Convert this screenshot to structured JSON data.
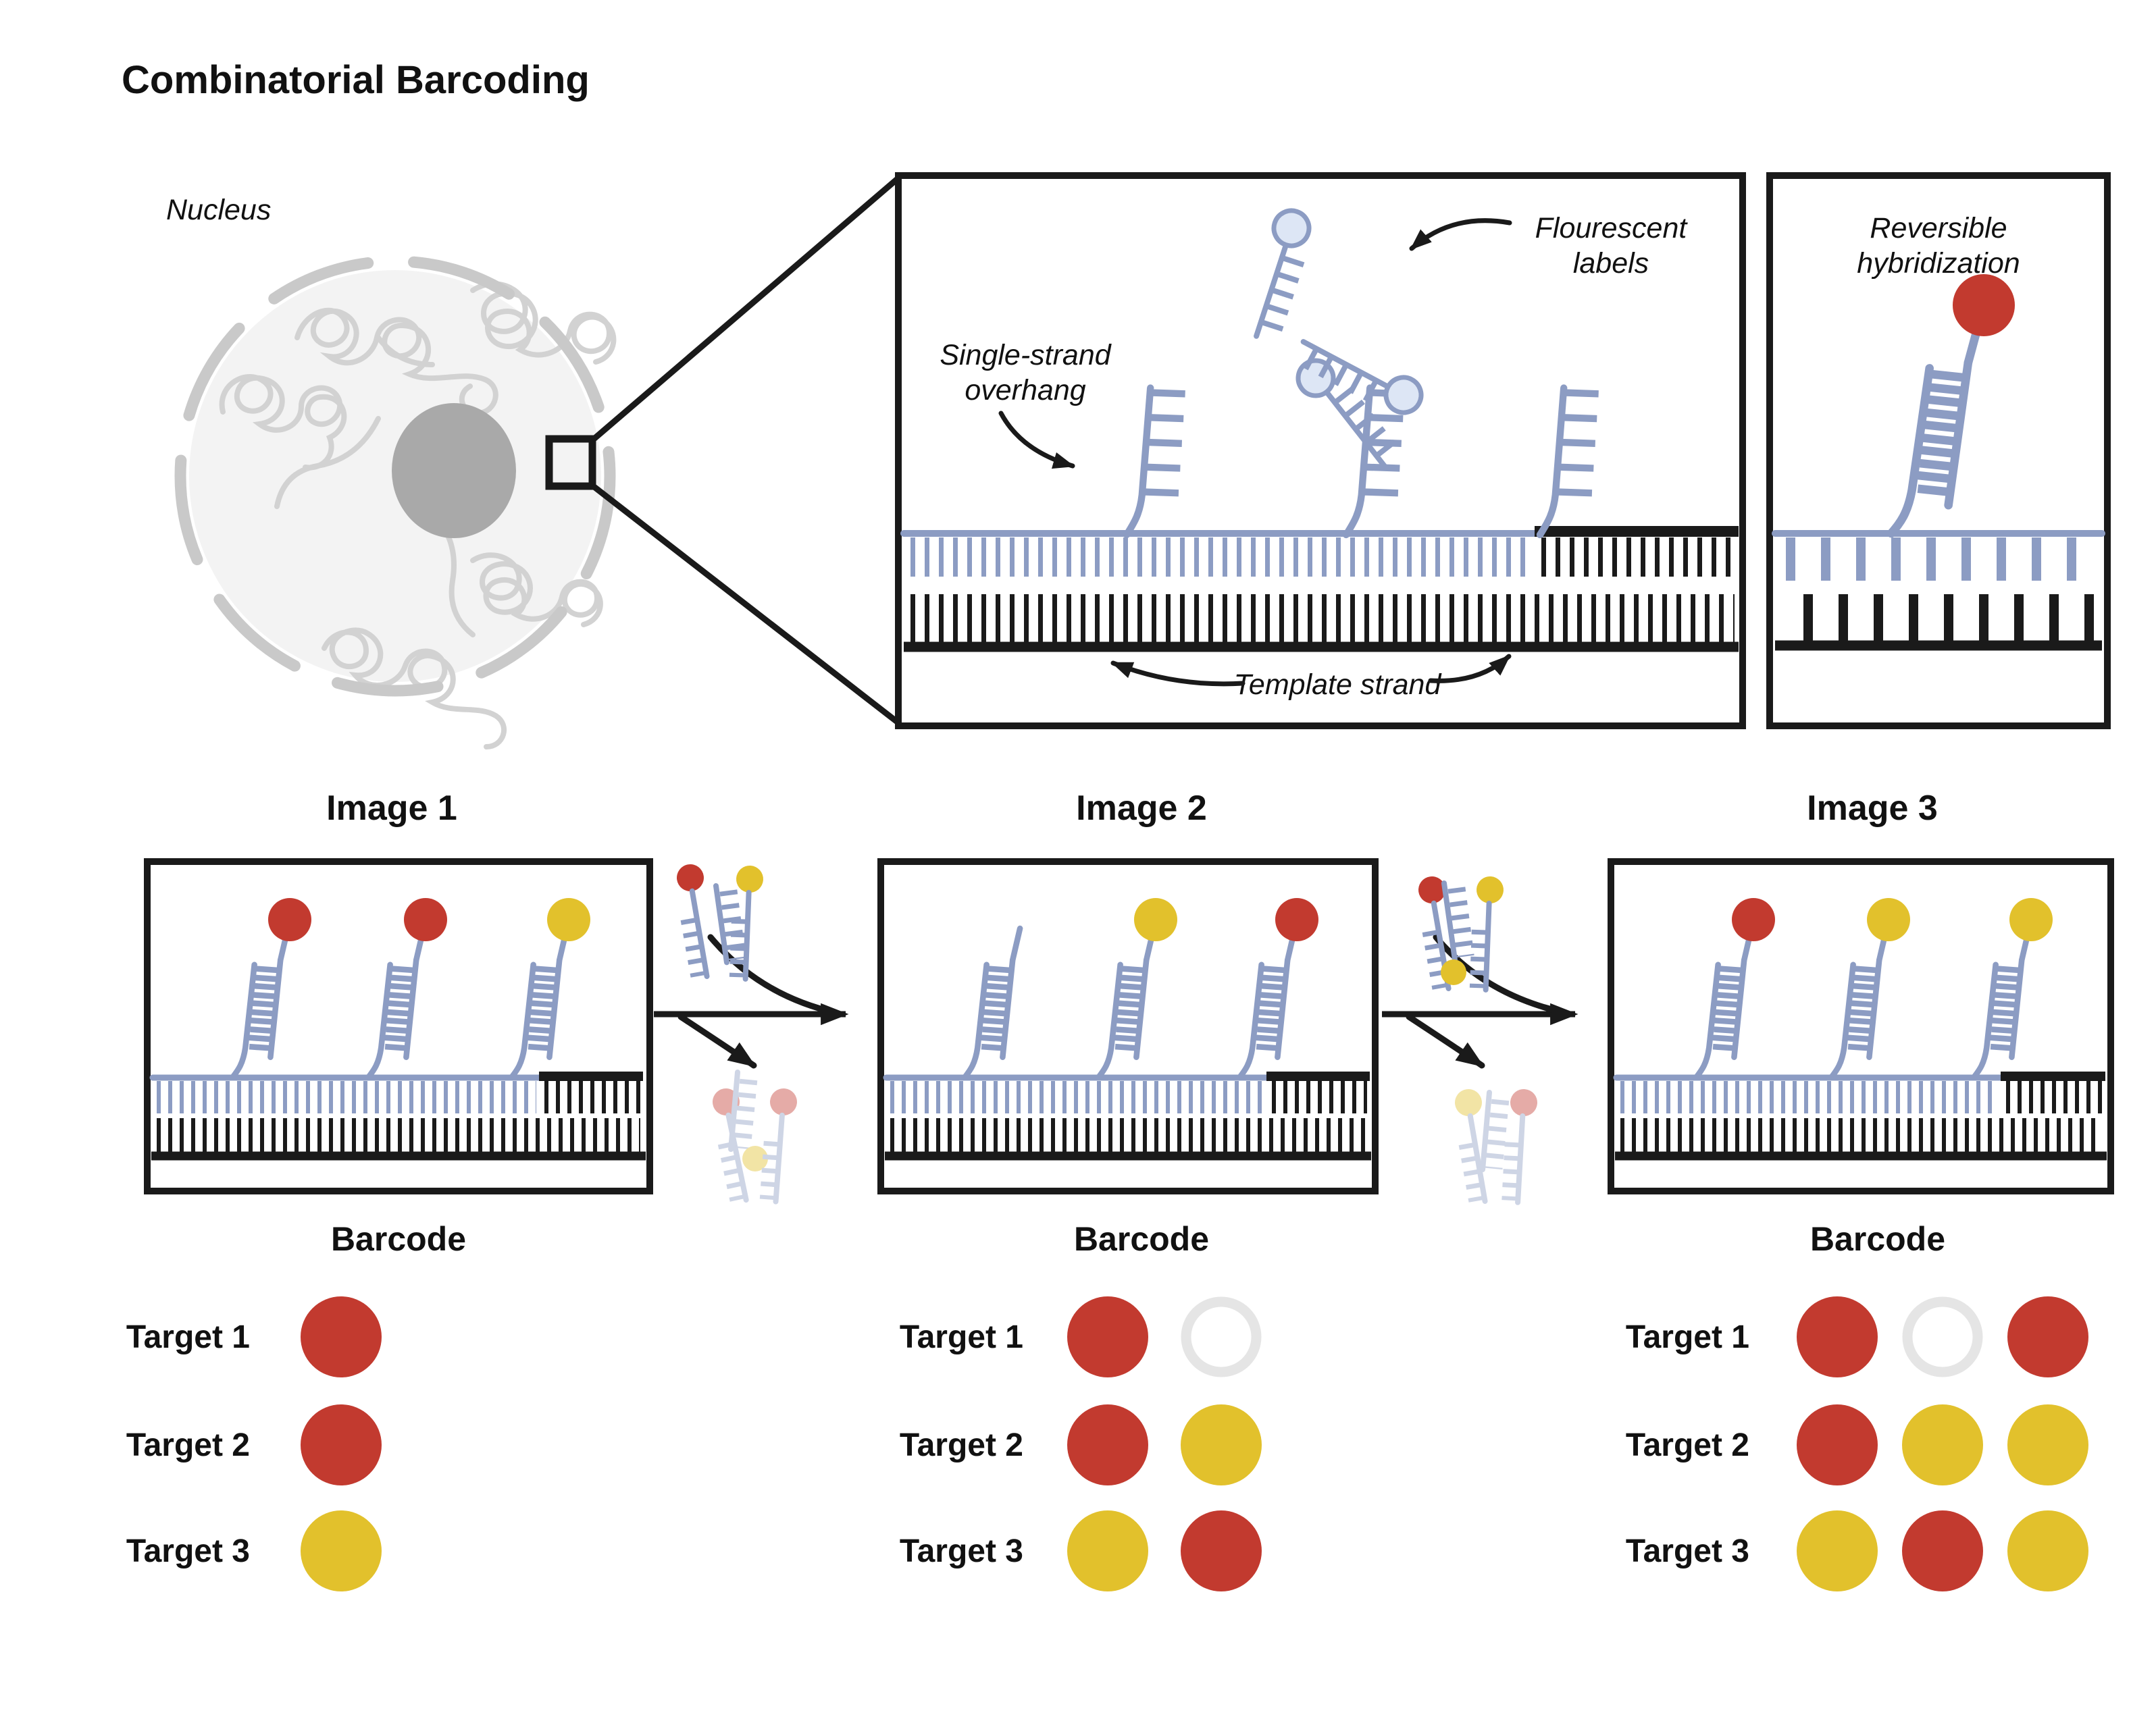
{
  "title": "Combinatorial Barcoding",
  "nucleus": {
    "label": "Nucleus"
  },
  "inset": {
    "fluorescent_label_line1": "Flourescent",
    "fluorescent_label_line2": "labels",
    "overhang_label_line1": "Single-strand",
    "overhang_label_line2": "overhang",
    "template_label": "Template strand"
  },
  "reversible": {
    "label_line1": "Reversible",
    "label_line2": "hybridization"
  },
  "images": [
    {
      "label": "Image 1"
    },
    {
      "label": "Image 2"
    },
    {
      "label": "Image 3"
    }
  ],
  "panel_probes": [
    [
      "red",
      "red",
      "yellow"
    ],
    [
      "none",
      "yellow",
      "red"
    ],
    [
      "red",
      "yellow",
      "yellow"
    ]
  ],
  "transitions": [
    {
      "incoming_labels": [
        "red",
        "unlabeled",
        "yellow"
      ],
      "released_labels": [
        "red",
        "yellow",
        "red"
      ]
    },
    {
      "incoming_labels": [
        "red",
        "yellow",
        "yellow"
      ],
      "released_labels": [
        "yellow",
        "unlabeled",
        "red"
      ]
    }
  ],
  "barcodes": [
    {
      "title": "Barcode",
      "rows": [
        {
          "label": "Target 1",
          "dots": [
            "red"
          ]
        },
        {
          "label": "Target 2",
          "dots": [
            "red"
          ]
        },
        {
          "label": "Target 3",
          "dots": [
            "yellow"
          ]
        }
      ]
    },
    {
      "title": "Barcode",
      "rows": [
        {
          "label": "Target 1",
          "dots": [
            "red",
            "empty"
          ]
        },
        {
          "label": "Target 2",
          "dots": [
            "red",
            "yellow"
          ]
        },
        {
          "label": "Target 3",
          "dots": [
            "yellow",
            "red"
          ]
        }
      ]
    },
    {
      "title": "Barcode",
      "rows": [
        {
          "label": "Target 1",
          "dots": [
            "red",
            "empty",
            "red"
          ]
        },
        {
          "label": "Target 2",
          "dots": [
            "red",
            "yellow",
            "yellow"
          ]
        },
        {
          "label": "Target 3",
          "dots": [
            "yellow",
            "red",
            "yellow"
          ]
        }
      ]
    }
  ],
  "colors": {
    "red": "#C23A2F",
    "yellow": "#E2C12C",
    "blue": "#8C9CC3",
    "light_blue_fill": "#DDE6F5",
    "empty_ring": "#E5E5E5",
    "black": "#1A1A1A",
    "chromatin_gray": "#D2D2D2",
    "envelope_gray": "#C9C9C9",
    "nucleolus_gray": "#A9A9A9",
    "nucleus_fill": "#F3F3F3"
  }
}
